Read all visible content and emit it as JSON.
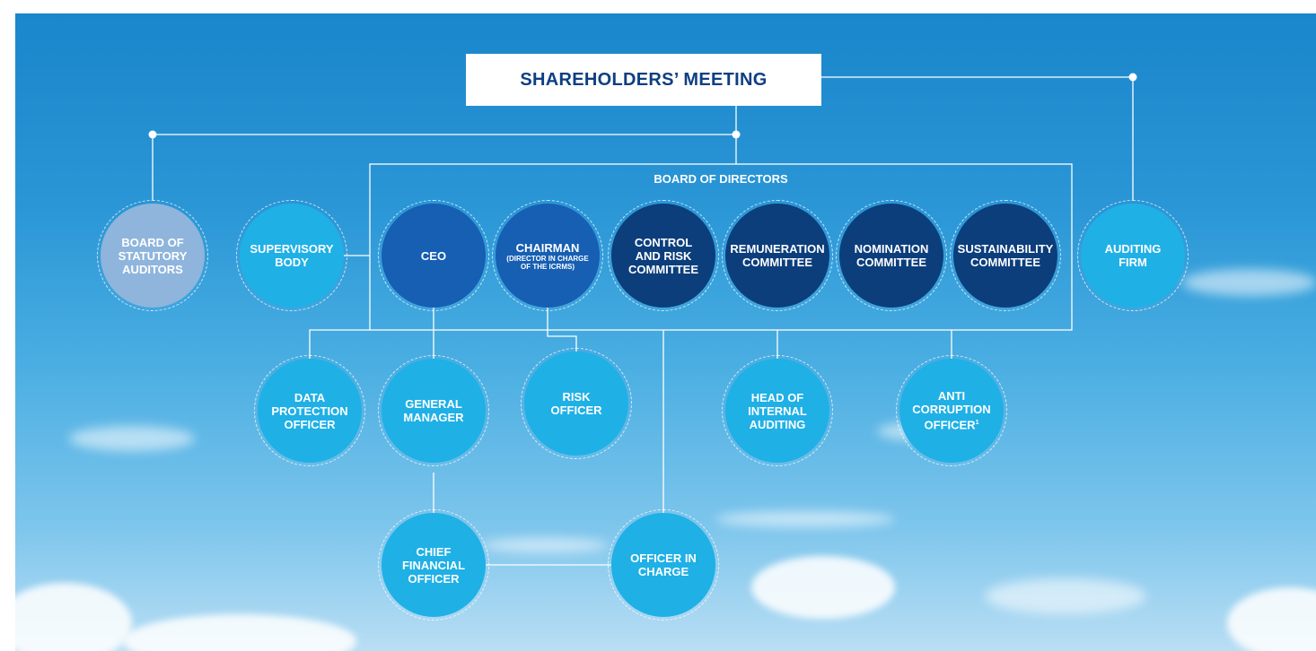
{
  "title": "SHAREHOLDERS’ MEETING",
  "board_label": "BOARD OF DIRECTORS",
  "nodes": {
    "statutory_auditors": [
      "BOARD OF",
      "STATUTORY",
      "AUDITORS"
    ],
    "supervisory_body": [
      "SUPERVISORY",
      "BODY"
    ],
    "ceo": [
      "CEO"
    ],
    "chairman": [
      "CHAIRMAN"
    ],
    "chairman_sub": [
      "(DIRECTOR IN CHARGE",
      "OF THE ICRMS)"
    ],
    "control_risk": [
      "CONTROL",
      "AND RISK",
      "COMMITTEE"
    ],
    "remuneration": [
      "REMUNERATION",
      "COMMITTEE"
    ],
    "nomination": [
      "NOMINATION",
      "COMMITTEE"
    ],
    "sustainability": [
      "SUSTAINABILITY",
      "COMMITTEE"
    ],
    "auditing_firm": [
      "AUDITING",
      "FIRM"
    ],
    "data_protection": [
      "DATA",
      "PROTECTION",
      "OFFICER"
    ],
    "general_manager": [
      "GENERAL",
      "MANAGER"
    ],
    "risk_officer": [
      "RISK",
      "OFFICER"
    ],
    "internal_auditing": [
      "HEAD OF",
      "INTERNAL",
      "AUDITING"
    ],
    "anti_corruption": [
      "ANTI",
      "CORRUPTION",
      "OFFICER"
    ],
    "anti_corruption_note": "1",
    "cfo": [
      "CHIEF",
      "FINANCIAL",
      "OFFICER"
    ],
    "officer_in_charge": [
      "OFFICER IN",
      "CHARGE"
    ]
  },
  "colors": {
    "sky_top": "#1a86cb",
    "light_node": "#1fb0e6",
    "pale_node": "#8fb5dc",
    "mid_node": "#175fb3",
    "navy_node": "#0c3e7c",
    "title_text": "#0e3f82"
  }
}
